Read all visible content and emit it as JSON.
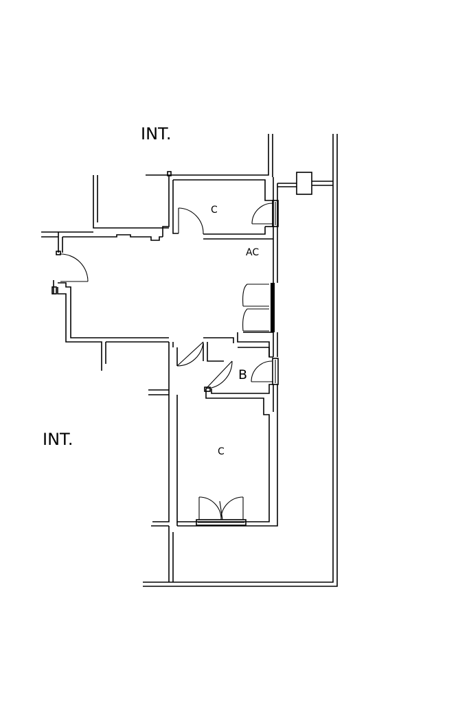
{
  "labels": {
    "int_top": "INT.",
    "int_left": "INT.",
    "room_c_top": "C",
    "room_ac": "AC",
    "room_b": "B",
    "room_c_bottom": "C"
  },
  "colors": {
    "ink": "#000000",
    "paper": "#ffffff"
  }
}
